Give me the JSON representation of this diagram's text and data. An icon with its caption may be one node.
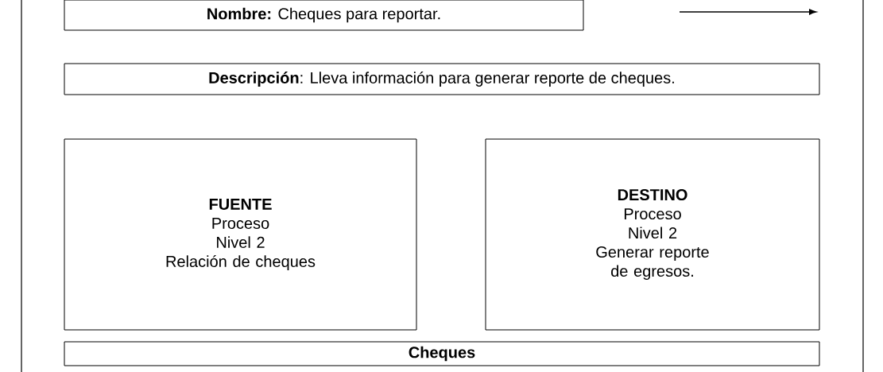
{
  "diagram": {
    "nodes": [
      {
        "text": [
          "**Nombre:** Cheques para reportar."
        ]
      },
      {
        "text": [
          "**Descripción**: Lleva información para generar reporte de cheques."
        ]
      },
      {
        "text": [
          "FUENTE",
          "Proceso",
          "Nivel 2",
          "Relación de cheques"
        ]
      },
      {
        "text": [
          "DESTINO",
          "Proceso",
          "Nivel 2",
          "Generar reporte de egresos."
        ]
      },
      {
        "text": [
          "Cheques"
        ]
      }
    ]
  }
}
